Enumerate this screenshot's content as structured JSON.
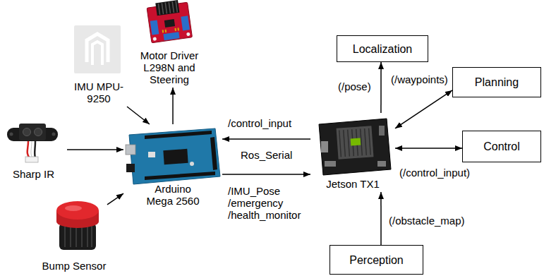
{
  "diagram": {
    "nodes": [
      {
        "text": [
          "IMU MPU-9250"
        ]
      },
      {
        "text": [
          "Motor Driver L298N and Steering"
        ]
      },
      {
        "text": [
          "Localization"
        ]
      },
      {
        "text": [
          "Planning"
        ]
      },
      {
        "text": [
          "Sharp IR"
        ]
      },
      {
        "text": [
          "Arduino Mega 2560"
        ]
      },
      {
        "text": [
          "Jetson TX1"
        ]
      },
      {
        "text": [
          "Control"
        ]
      },
      {
        "text": [
          "Bump Sensor"
        ]
      },
      {
        "text": [
          "Perception"
        ]
      }
    ],
    "edges": [
      {
        "from": 0,
        "to": 5,
        "arrow": "to"
      },
      {
        "from": 5,
        "to": 1,
        "arrow": "to"
      },
      {
        "from": 4,
        "to": 5,
        "arrow": "to"
      },
      {
        "from": 8,
        "to": 5,
        "arrow": "to"
      },
      {
        "from": 6,
        "to": 5,
        "label": "/control_input",
        "arrow": "to"
      },
      {
        "from": 5,
        "to": 6,
        "label": "/IMU_Pose /emergency /health_monitor",
        "arrow": "to"
      },
      {
        "from": 6,
        "to": 2,
        "label": "(/pose)",
        "arrow": "to"
      },
      {
        "from": 6,
        "to": 3,
        "label": "(/waypoints)",
        "arrow": "both"
      },
      {
        "from": 6,
        "to": 7,
        "label": "(/control_input)",
        "arrow": "both"
      },
      {
        "from": 9,
        "to": 6,
        "label": "(/obstacle_map)",
        "arrow": "to"
      }
    ],
    "labels": [
      "Ros_Serial"
    ]
  }
}
